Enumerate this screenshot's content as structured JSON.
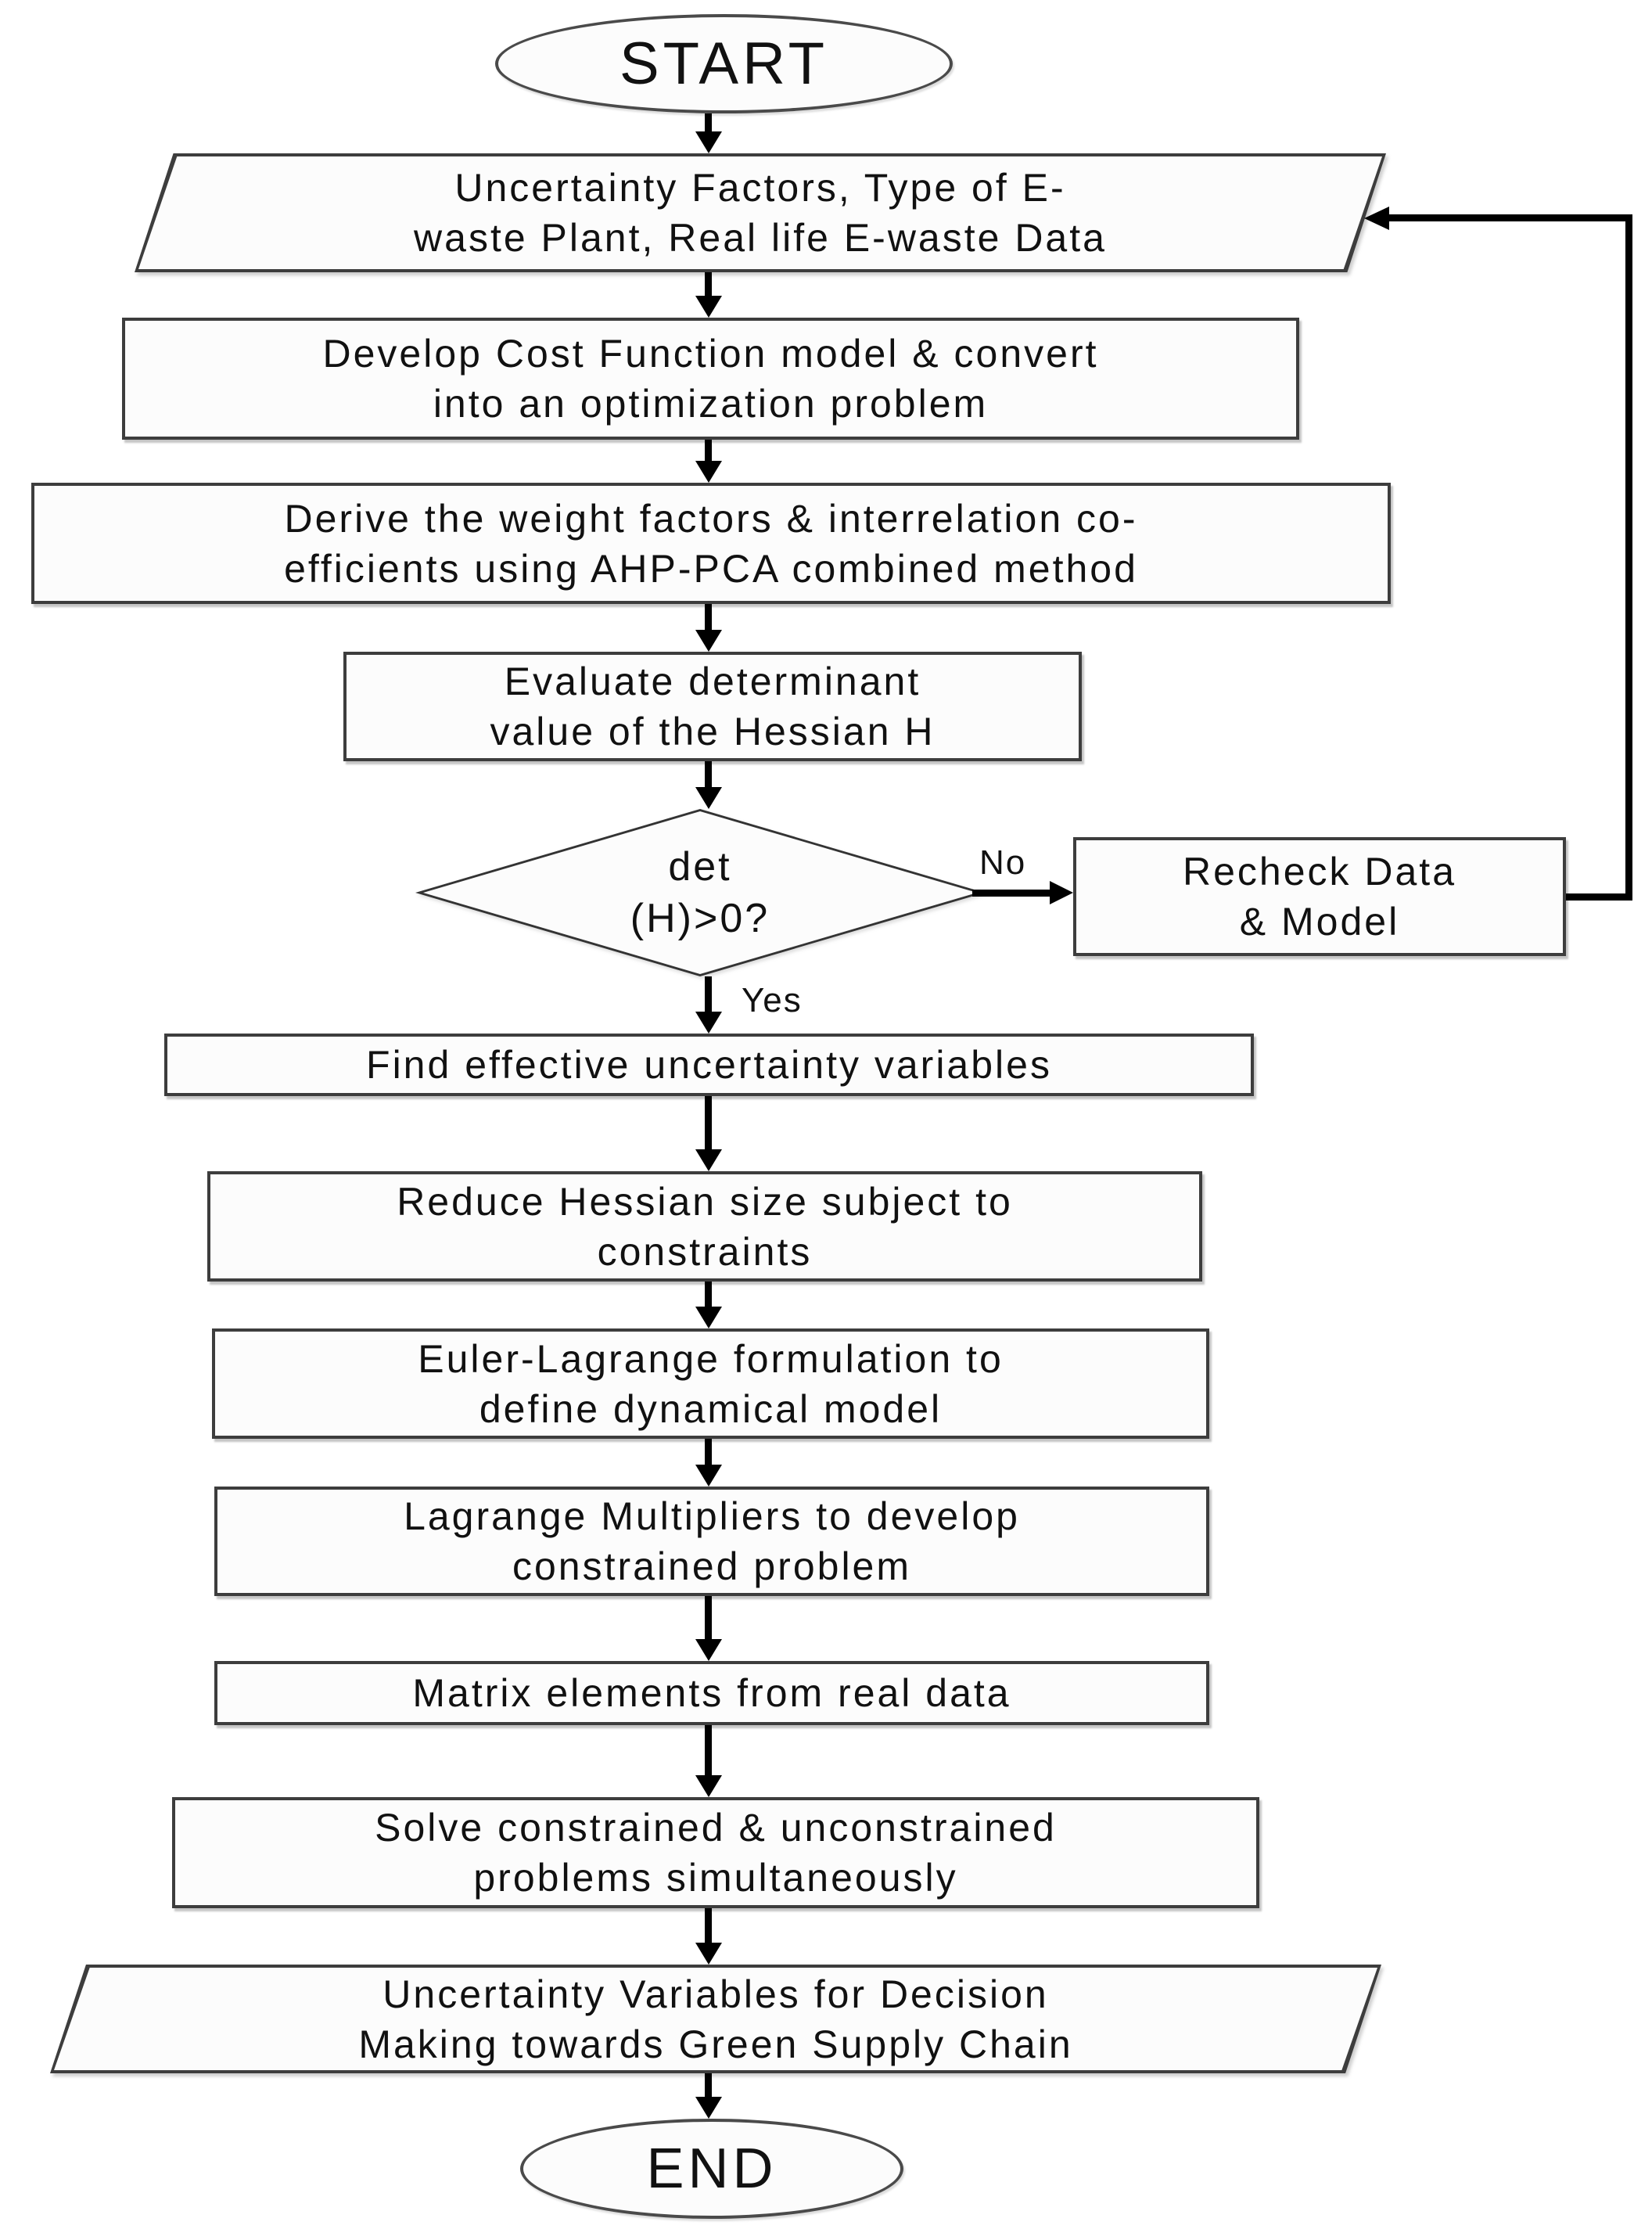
{
  "nodes": {
    "start": {
      "label": "START"
    },
    "input": {
      "lines": [
        "Uncertainty Factors, Type of E-",
        "waste Plant, Real life E-waste Data"
      ]
    },
    "develop": {
      "lines": [
        "Develop Cost Function model & convert",
        "into an optimization problem"
      ]
    },
    "derive": {
      "lines": [
        "Derive the weight factors & interrelation co-",
        "efficients using AHP-PCA combined method"
      ]
    },
    "evaluate": {
      "lines": [
        "Evaluate determinant",
        "value of the Hessian H"
      ]
    },
    "decision": {
      "lines": [
        "det",
        "(H)>0?"
      ]
    },
    "recheck": {
      "lines": [
        "Recheck Data",
        "& Model"
      ]
    },
    "find": {
      "label": "Find effective uncertainty variables"
    },
    "reduce": {
      "lines": [
        "Reduce Hessian size subject to",
        "constraints"
      ]
    },
    "euler": {
      "lines": [
        "Euler-Lagrange formulation to",
        "define dynamical model"
      ]
    },
    "lagrange": {
      "lines": [
        "Lagrange Multipliers to develop",
        "constrained problem"
      ]
    },
    "matrix": {
      "label": "Matrix elements from real data"
    },
    "solve": {
      "lines": [
        "Solve constrained & unconstrained",
        "problems simultaneously"
      ]
    },
    "output": {
      "lines": [
        "Uncertainty Variables for Decision",
        "Making towards Green Supply Chain"
      ]
    },
    "end": {
      "label": "END"
    }
  },
  "labels": {
    "no": "No",
    "yes": "Yes"
  },
  "colors": {
    "line": "#000000",
    "border": "#3d3d3d",
    "text": "#111111",
    "fill": "#fcfcfc",
    "background": "#ffffff"
  }
}
